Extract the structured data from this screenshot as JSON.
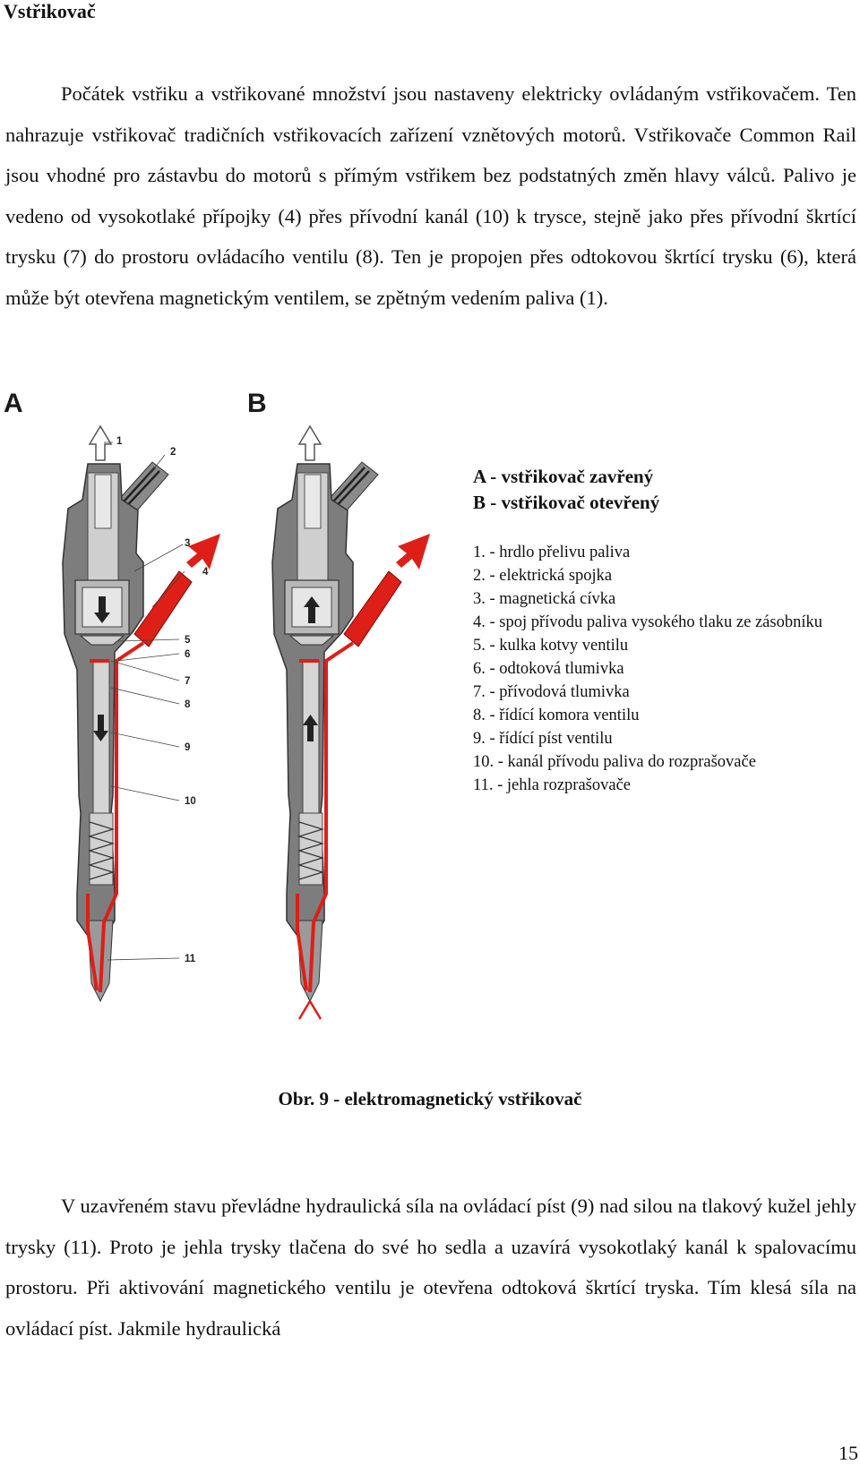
{
  "heading": "Vstřikovač",
  "paragraph1": "Počátek vstřiku a vstřikované množství jsou nastaveny elektricky ovládaným vstřikovačem. Ten nahrazuje vstřikovač tradičních vstřikovacích zařízení vznětových motorů. Vstřikovače Common Rail jsou vhodné pro zástavbu do motorů s přímým vstřikem bez podstatných změn hlavy válců. Palivo je vedeno od vysokotlaké přípojky (4) přes přívodní kanál (10) k trysce, stejně jako přes přívodní škrtící trysku (7) do prostoru ovládacího ventilu (8). Ten je propojen přes odtokovou škrtící trysku (6), která může být otevřena magnetickým ventilem, se zpětným vedením paliva (1).",
  "figure": {
    "panel_a": "A",
    "panel_b": "B",
    "callouts": [
      "1",
      "2",
      "3",
      "4",
      "5",
      "6",
      "7",
      "8",
      "9",
      "10",
      "11"
    ],
    "legend_title_a": "A - vstřikovač zavřený",
    "legend_title_b": "B - vstřikovač otevřený",
    "legend_items": [
      "1. - hrdlo přelivu paliva",
      "2. - elektrická spojka",
      "3. - magnetická cívka",
      "4. - spoj přívodu paliva vysokého tlaku ze zásobníku",
      "5. - kulka kotvy ventilu",
      "6. - odtoková tlumivka",
      "7. - přívodová tlumivka",
      "8. - řídící komora ventilu",
      "9. - řídící píst ventilu",
      "10. - kanál přívodu paliva do rozprašovače",
      "11. - jehla rozprašovače"
    ],
    "caption": "Obr. 9 - elektromagnetický vstřikovač",
    "colors": {
      "fuel_red": "#dd1f17",
      "body_gray": "#7d7d7d",
      "light_gray": "#cfcfcf",
      "dark": "#2c2c2c"
    }
  },
  "paragraph2": "V uzavřeném stavu převládne hydraulická síla na ovládací píst (9) nad silou na tlakový kužel jehly trysky (11). Proto je jehla trysky tlačena do své ho sedla a uzavírá vysokotlaký kanál k spalovacímu prostoru. Při aktivování magnetického ventilu je otevřena odtoková škrtící tryska. Tím klesá síla na ovládací píst. Jakmile hydraulická",
  "page_number": "15"
}
